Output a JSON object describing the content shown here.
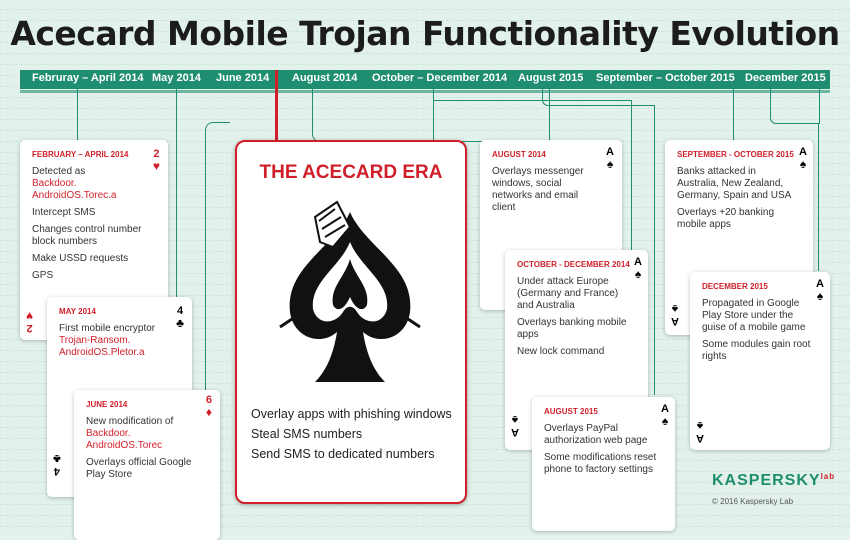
{
  "title": "Acecard Mobile Trojan Functionality Evolution",
  "timeline": [
    "Februray – April 2014",
    "May 2014",
    "June 2014",
    "August 2014",
    "October – December 2014",
    "August 2015",
    "September – October 2015",
    "December 2015"
  ],
  "center": {
    "title": "THE ACECARD ERA",
    "features": [
      "Overlay apps with phishing windows",
      "Steal SMS numbers",
      "Send SMS to dedicated numbers"
    ]
  },
  "cards": {
    "feb": {
      "header": "FEBRUARY – APRIL 2014",
      "rank": "2",
      "suit": "♥",
      "detected": "Detected as",
      "malware": "Backdoor. AndroidOS.Torec.a",
      "items": [
        "Intercept SMS",
        "Changes control number block numbers",
        "Make USSD requests",
        "GPS"
      ]
    },
    "may": {
      "header": "MAY 2014",
      "rank": "4",
      "suit": "♣",
      "text": "First mobile encryptor",
      "malware": "Trojan-Ransom. AndroidOS.Pletor.a"
    },
    "june": {
      "header": "JUNE 2014",
      "rank": "6",
      "suit": "♦",
      "text": "New modification of",
      "malware": "Backdoor. AndroidOS.Torec",
      "items": [
        "Overlays official Google Play Store"
      ]
    },
    "aug14": {
      "header": "AUGUST 2014",
      "rank": "A",
      "suit": "♠",
      "items": [
        "Overlays messenger windows, social networks and email client"
      ]
    },
    "oct": {
      "header": "OCTOBER - DECEMBER 2014",
      "rank": "A",
      "suit": "♠",
      "items": [
        "Under attack Europe (Germany and France) and Australia",
        "Overlays banking mobile apps",
        "New lock command"
      ]
    },
    "aug15": {
      "header": "AUGUST 2015",
      "rank": "A",
      "suit": "♠",
      "items": [
        "Overlays PayPal authorization web page",
        "Some modifications reset phone to factory settings"
      ]
    },
    "sep": {
      "header": "SEPTEMBER - OCTOBER 2015",
      "rank": "A",
      "suit": "♠",
      "items": [
        "Banks attacked in Australia, New Zealand, Germany, Spain and USA",
        "Overlays +20 banking mobile apps"
      ]
    },
    "dec": {
      "header": "DECEMBER 2015",
      "rank": "A",
      "suit": "♠",
      "items": [
        "Propagated in Google Play Store under the guise of a mobile game",
        "Some modules gain root rights"
      ]
    }
  },
  "logo": {
    "name": "KASPERSKY",
    "sub": "lab"
  },
  "copyright": "© 2016 Kaspersky Lab",
  "colors": {
    "accent": "#d01f2a",
    "green": "#1f8e70",
    "background": "#e2f2ea"
  }
}
